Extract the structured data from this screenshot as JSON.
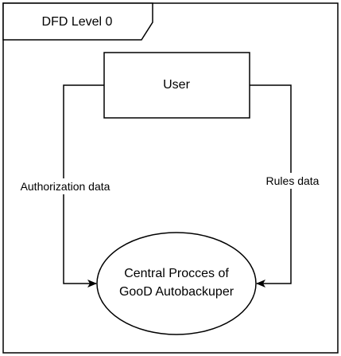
{
  "frame": {
    "title": "DFD Level 0"
  },
  "entities": {
    "user": "User"
  },
  "process": {
    "line1": "Central Procces of",
    "line2": "GooD Autobackuper"
  },
  "flows": {
    "left": "Authorization data",
    "right": "Rules data"
  },
  "colors": {
    "stroke": "#000000",
    "fill": "#ffffff",
    "text": "#000000"
  }
}
